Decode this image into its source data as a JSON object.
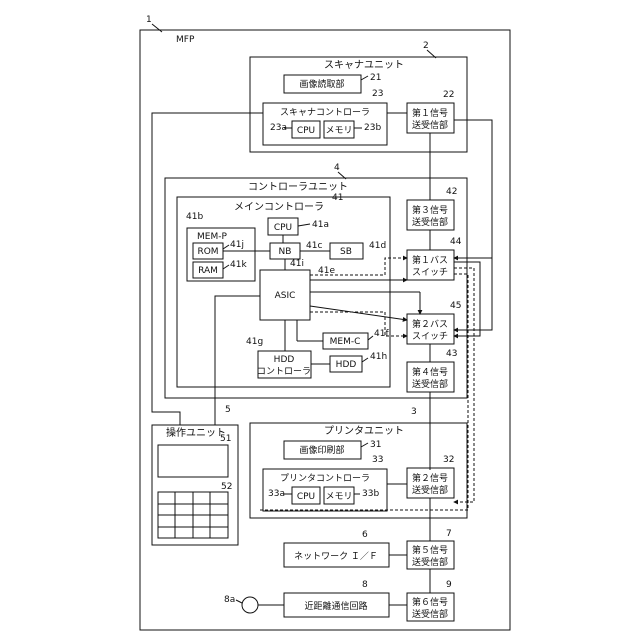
{
  "diagram": {
    "mfp": {
      "ref": "1",
      "label": "MFP"
    },
    "scanner_unit": {
      "ref": "2",
      "title": "スキャナユニット",
      "image_reader": {
        "ref": "21",
        "label": "画像読取部"
      },
      "scanner_controller": {
        "ref": "23",
        "label": "スキャナコントローラ",
        "cpu": {
          "ref": "23a",
          "label": "CPU"
        },
        "memory": {
          "ref": "23b",
          "label": "メモリ"
        }
      },
      "transceiver": {
        "ref": "22",
        "line1": "第１信号",
        "line2": "送受信部"
      }
    },
    "controller_unit": {
      "ref": "4",
      "title": "コントローラユニット",
      "main_controller": {
        "ref": "41",
        "title": "メインコントローラ",
        "cpu": {
          "ref": "41a",
          "label": "CPU"
        },
        "mem_p": {
          "ref": "41b",
          "label": "MEM-P"
        },
        "rom": {
          "ref": "41j",
          "label": "ROM"
        },
        "ram": {
          "ref": "41k",
          "label": "RAM"
        },
        "nb": {
          "ref": "41c",
          "label": "NB"
        },
        "sb": {
          "ref": "41d",
          "label": "SB"
        },
        "asic": {
          "ref": "41e",
          "label": "ASIC"
        },
        "mem_c": {
          "ref": "41f",
          "label": "MEM-C"
        },
        "hdd_controller": {
          "ref": "41g",
          "line1": "HDD",
          "line2": "コントローラ"
        },
        "hdd": {
          "ref": "41h",
          "label": "HDD"
        },
        "bus_ref": "41i"
      },
      "transceiver3": {
        "ref": "42",
        "line1": "第３信号",
        "line2": "送受信部"
      },
      "bus_switch1": {
        "ref": "44",
        "line1": "第１バス",
        "line2": "スイッチ"
      },
      "bus_switch2": {
        "ref": "45",
        "line1": "第２バス",
        "line2": "スイッチ"
      },
      "transceiver4": {
        "ref": "43",
        "line1": "第４信号",
        "line2": "送受信部"
      }
    },
    "operation_unit": {
      "ref": "5",
      "title": "操作ユニット",
      "display": {
        "ref": "51"
      },
      "keypad": {
        "ref": "52"
      }
    },
    "printer_unit": {
      "ref": "3",
      "title": "プリンタユニット",
      "image_printer": {
        "ref": "31",
        "label": "画像印刷部"
      },
      "printer_controller": {
        "ref": "33",
        "label": "プリンタコントローラ",
        "cpu": {
          "ref": "33a",
          "label": "CPU"
        },
        "memory": {
          "ref": "33b",
          "label": "メモリ"
        }
      },
      "transceiver": {
        "ref": "32",
        "line1": "第２信号",
        "line2": "送受信部"
      }
    },
    "network_if": {
      "ref": "6",
      "label": "ネットワーク Ｉ／Ｆ"
    },
    "transceiver5": {
      "ref": "7",
      "line1": "第５信号",
      "line2": "送受信部"
    },
    "nfc_circuit": {
      "ref": "8",
      "label": "近距離通信回路"
    },
    "antenna": {
      "ref": "8a"
    },
    "transceiver6": {
      "ref": "9",
      "line1": "第６信号",
      "line2": "送受信部"
    }
  }
}
